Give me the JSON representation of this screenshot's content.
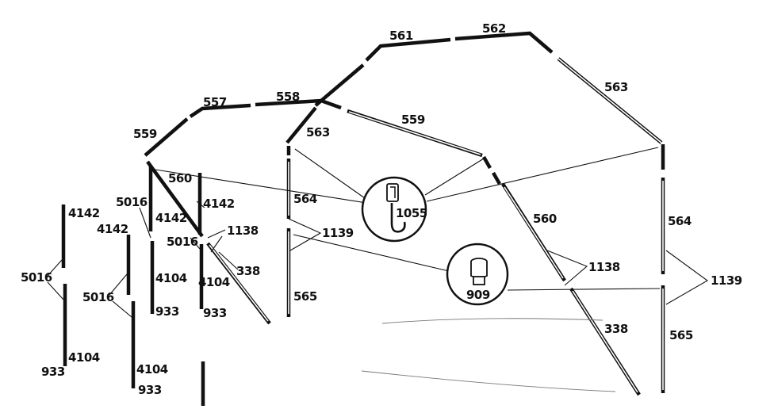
{
  "labels": {
    "p561": "561",
    "p562": "562",
    "p563_right": "563",
    "p557": "557",
    "p558": "558",
    "p559_right": "559",
    "p563_mid": "563",
    "p559_left": "559",
    "p560_mid": "560",
    "p560_right": "560",
    "p564_mid": "564",
    "p564_right": "564",
    "p1139_mid": "1139",
    "p1139_right": "1139",
    "p565_mid": "565",
    "p565_right": "565",
    "p1138_right": "1138",
    "p1138_mid": "1138",
    "p338_mid": "338",
    "p338_right": "338",
    "p1055": "1055",
    "p909": "909",
    "p4142_a": "4142",
    "p4142_b": "4142",
    "p4142_c": "4142",
    "p4142_d": "4142",
    "p5016_a": "5016",
    "p5016_b": "5016",
    "p5016_c": "5016",
    "p5016_d": "5016",
    "p4104_a": "4104",
    "p4104_b": "4104",
    "p4104_c": "4104",
    "p4104_d": "4104",
    "p933_a": "933",
    "p933_b": "933",
    "p933_c": "933",
    "p933_d": "933"
  }
}
